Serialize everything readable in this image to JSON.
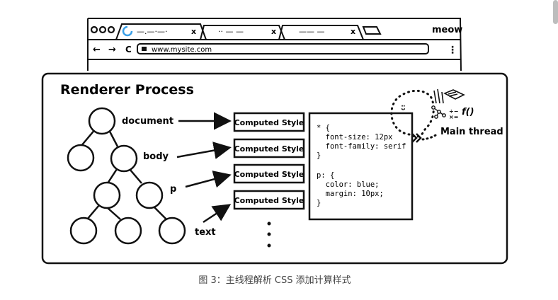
{
  "browser": {
    "brand": "meow",
    "url": "www.mysite.com",
    "tabs": [
      {
        "title": "—.—·—·",
        "close": "x"
      },
      {
        "title": "·· — —",
        "close": "x"
      },
      {
        "title": "—— —",
        "close": "x"
      }
    ],
    "nav": {
      "back": "←",
      "forward": "→",
      "reload": "C",
      "menu": "⋮"
    }
  },
  "renderer": {
    "title": "Renderer Process",
    "dom_labels": {
      "document": "document",
      "body": "body",
      "p": "p",
      "text": "text"
    },
    "computed_style_boxes": [
      "Computed Style",
      "Computed Style",
      "Computed Style",
      "Computed Style"
    ],
    "css_code": [
      "* {",
      "  font-size: 12px",
      "  font-family: serif",
      "}",
      "",
      "p: {",
      "  color: blue;",
      "  margin: 10px;",
      "}"
    ],
    "main_thread": "Main thread",
    "function_glyph": "f()"
  },
  "caption": "图 3：主线程解析 CSS 添加计算样式"
}
